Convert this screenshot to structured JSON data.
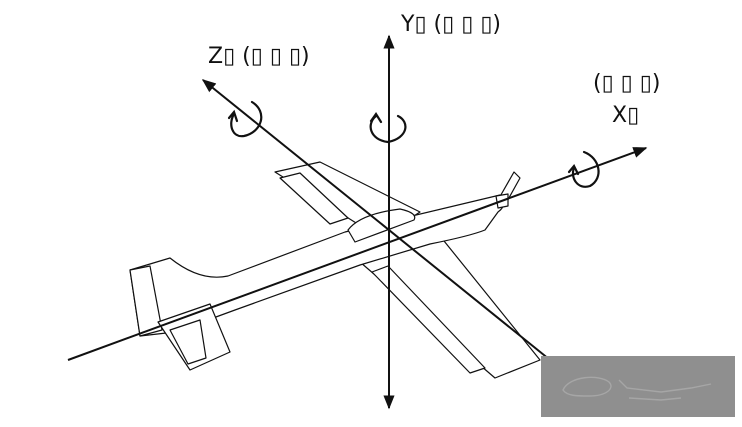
{
  "labels": {
    "y_axis": "Y▯ (▯ ▯ ▯)",
    "z_axis": "Z▯ (▯ ▯ ▯)",
    "x_axis_paren": "(▯ ▯ ▯)",
    "x_axis": "X▯"
  },
  "colors": {
    "line": "#111111",
    "background": "#ffffff",
    "overlay": "#8f8f8f",
    "overlay_sketch": "#a6a6a6"
  },
  "icons": {
    "rotation_arrow": "circular-rotation-arrow-icon"
  }
}
